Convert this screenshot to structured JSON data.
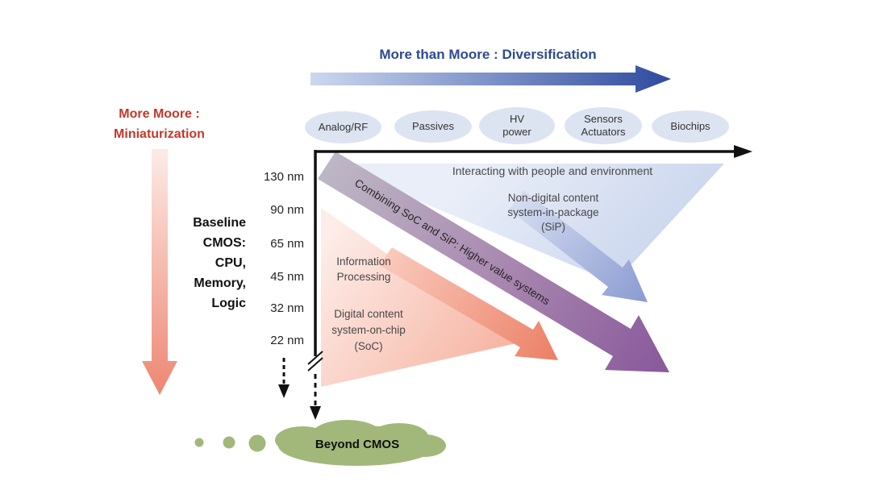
{
  "titles": {
    "more_than_moore": "More than Moore : Diversification",
    "more_moore": "More Moore :\nMiniaturization",
    "baseline_cmos": "Baseline\nCMOS:\nCPU,\nMemory,\nLogic"
  },
  "axis_nodes": [
    "130 nm",
    "90 nm",
    "65 nm",
    "45 nm",
    "32 nm",
    "22 nm"
  ],
  "categories": [
    "Analog/RF",
    "Passives",
    "HV\npower",
    "Sensors\nActuators",
    "Biochips"
  ],
  "regions": {
    "interacting": "Interacting with people and environment",
    "sip": "Non-digital content\nsystem-in-package\n(SiP)",
    "information_processing": "Information\nProcessing",
    "soc": "Digital content\nsystem-on-chip\n(SoC)",
    "combining": "Combining SoC and SiP: Higher value systems"
  },
  "beyond_cmos_label": "Beyond CMOS",
  "colors": {
    "diversification_blue": "#2e4a8f",
    "miniaturization_red": "#c0392b",
    "category_ellipse_fill": "#dce4f2",
    "sip_arrow_blue": "#8b9cd2",
    "soc_arrow_salmon": "#ec8066",
    "combining_arrow_purple": "#8a5a9b",
    "beyond_cmos_green": "#a2b87b",
    "axis_black": "#111111"
  }
}
